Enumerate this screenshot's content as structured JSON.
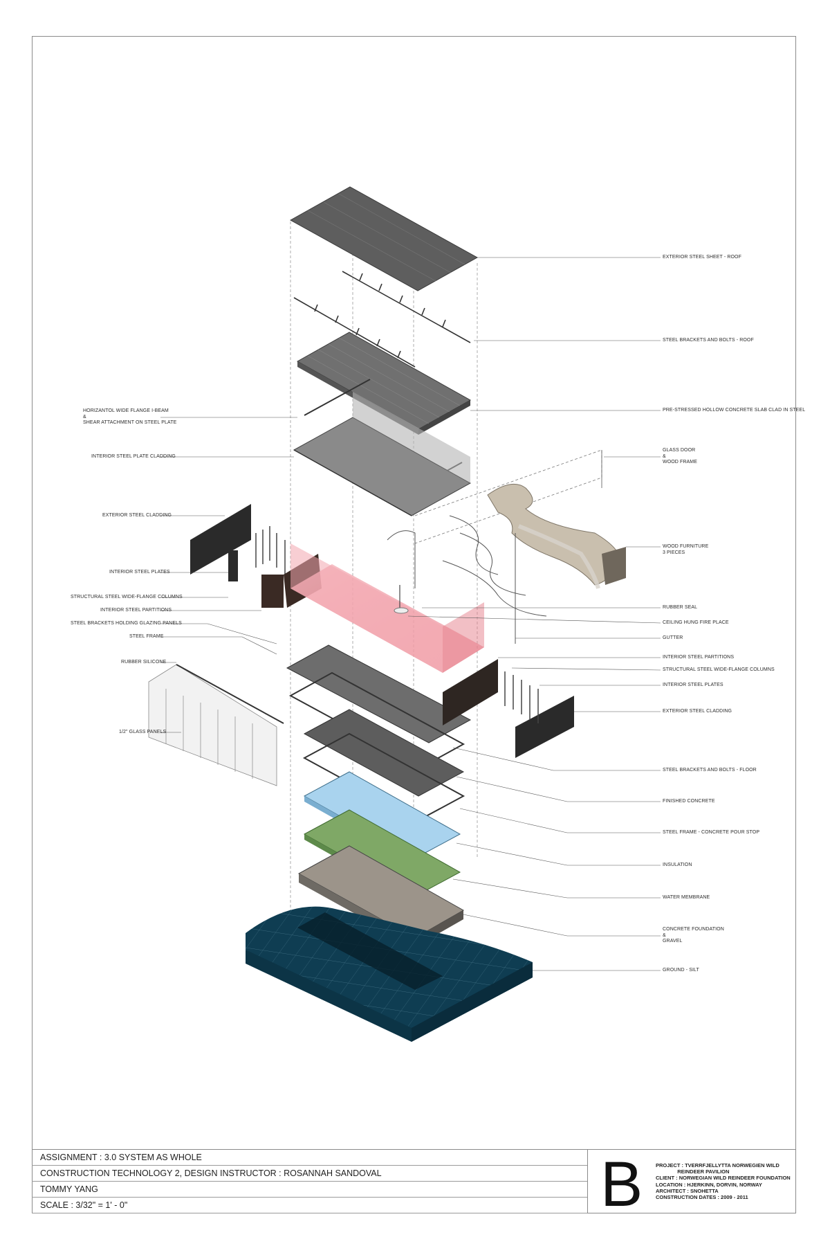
{
  "drawing": {
    "labels_right": [
      "EXTERIOR STEEL SHEET - ROOF",
      "STEEL BRACKETS AND BOLTS - ROOF",
      "PRE-STRESSED HOLLOW CONCRETE SLAB CLAD IN STEEL",
      "GLASS DOOR\n&\nWOOD FRAME",
      "WOOD FURNITURE\n3 PIECES",
      "RUBBER SEAL",
      "CEILING HUNG FIRE PLACE",
      "GUTTER",
      "INTERIOR STEEL PARTITIONS",
      "STRUCTURAL STEEL WIDE-FLANGE COLUMNS",
      "INTERIOR STEEL PLATES",
      "EXTERIOR STEEL CLADDING",
      "STEEL BRACKETS AND BOLTS - FLOOR",
      "FINISHED CONCRETE",
      "STEEL FRAME - CONCRETE POUR STOP",
      "INSULATION",
      "WATER MEMBRANE",
      "CONCRETE FOUNDATION\n&\nGRAVEL",
      "GROUND - SILT"
    ],
    "labels_left": [
      "HORIZANTOL WIDE FLANGE I-BEAM\n&\nSHEAR ATTACHMENT ON STEEL PLATE",
      "INTERIOR STEEL PLATE CLADDING",
      "EXTERIOR STEEL CLADDING",
      "INTERIOR STEEL PLATES",
      "STRUCTURAL STEEL WIDE-FLANGE COLUMNS",
      "INTERIOR STEEL PARTITIONS",
      "STEEL BRACKETS HOLDING GLAZING PANELS",
      "STEEL FRAME",
      "RUBBER SILICONE",
      "1/2\" GLASS PANELS"
    ],
    "colors": {
      "roof": "#5e5e5e",
      "slab": "#7a7a7a",
      "glazing_tint": "#f08c96",
      "insulation": "#a9d3ee",
      "membrane": "#7fa866",
      "foundation": "#9c948a",
      "ground": "#0f3d52",
      "cladding": "#2a2a2a",
      "furniture": "#c9bfae"
    }
  },
  "title_block": {
    "assignment": "ASSIGNMENT : 3.0 SYSTEM AS WHOLE",
    "course": "CONSTRUCTION TECHNOLOGY 2,  DESIGN INSTRUCTOR : ROSANNAH SANDOVAL",
    "student": "TOMMY YANG",
    "scale": "SCALE : 3/32\" = 1' - 0\"",
    "sheet_letter": "B",
    "project_lines": [
      "PROJECT : TVERRFJELLYTTA NORWEGIEN WILD",
      "               REINDEER PAVILION",
      "CLIENT : NORWEGIAN WILD REINDEER FOUNDATION",
      "LOCATION : HJERKINN, DORVIN, NORWAY",
      "ARCHITECT : SNOHETTA",
      "CONSTRUCTION DATES : 2009 - 2011"
    ]
  }
}
